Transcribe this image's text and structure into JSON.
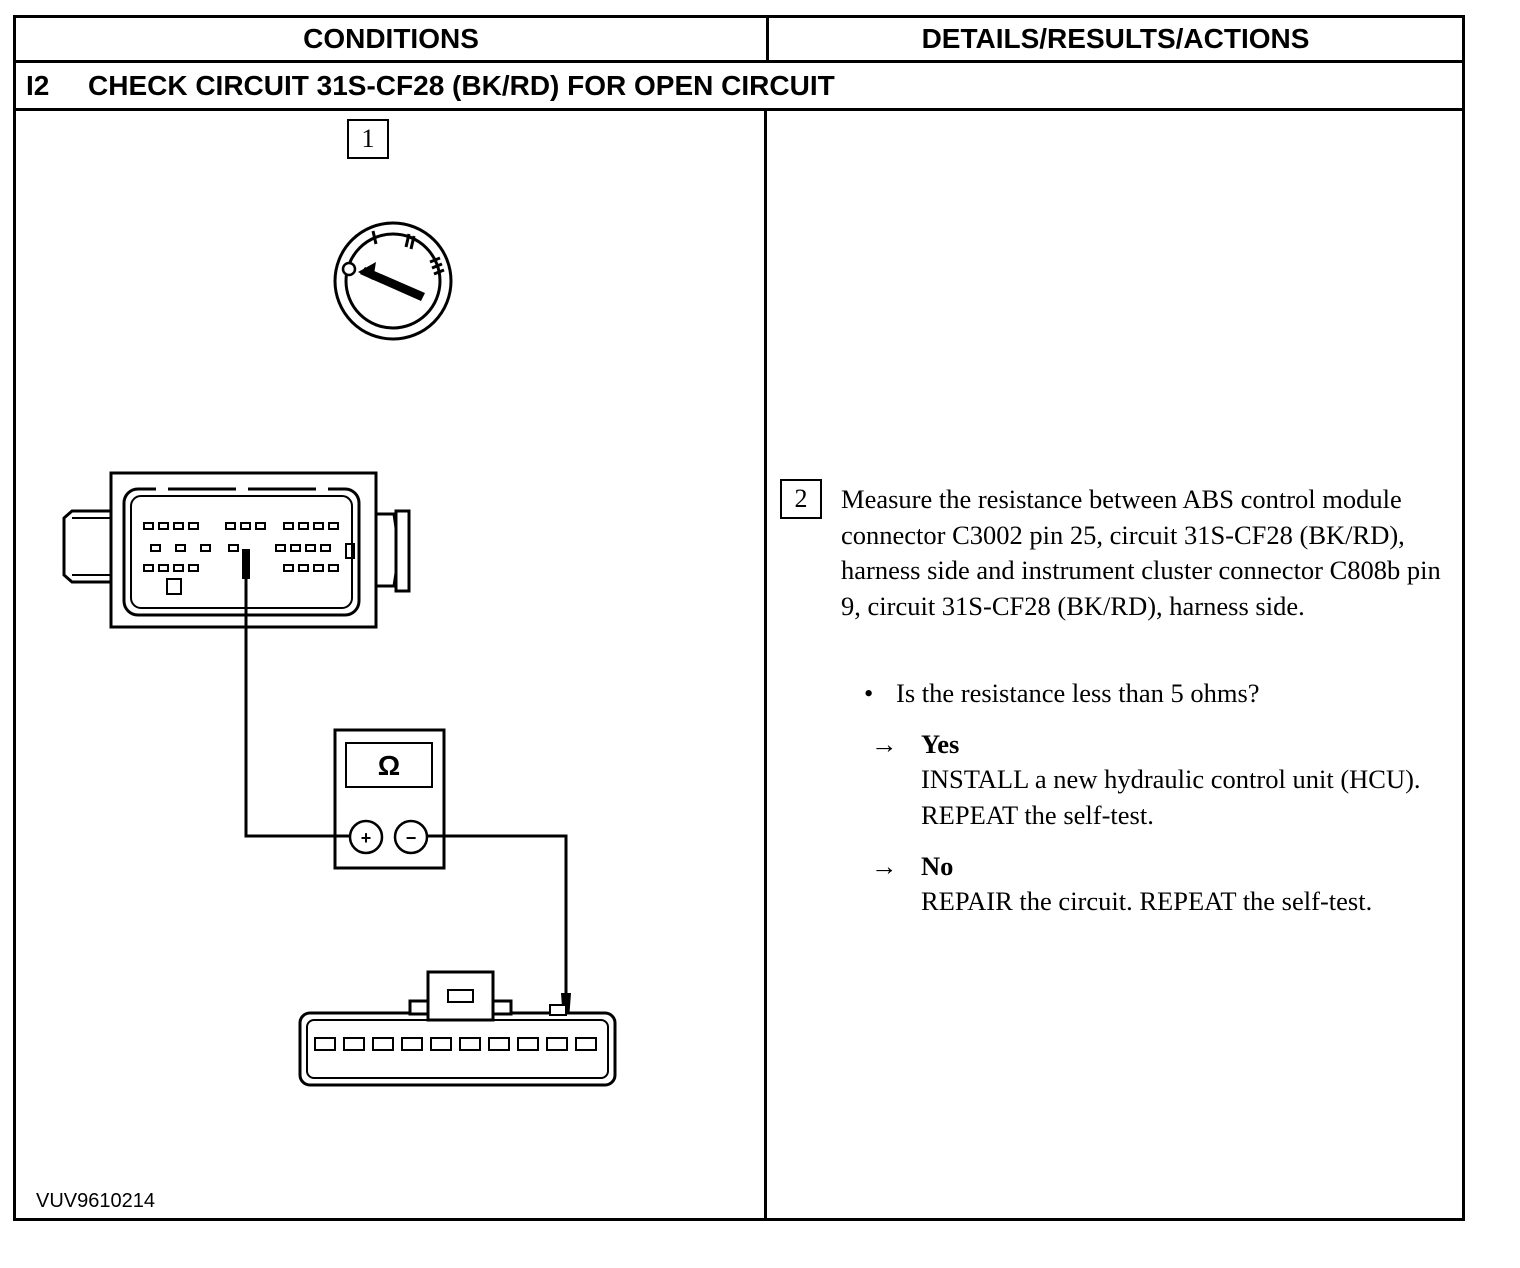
{
  "header": {
    "conditions": "CONDITIONS",
    "details": "DETAILS/RESULTS/ACTIONS"
  },
  "test_step": {
    "id": "I2",
    "title": "CHECK CIRCUIT 31S-CF28 (BK/RD) FOR OPEN CIRCUIT"
  },
  "diagram": {
    "step_number": "1",
    "ignition_positions": [
      "O",
      "I",
      "II",
      "III"
    ],
    "meter_symbol": "Ω",
    "meter_plus": "+",
    "meter_minus": "−",
    "figure_code": "VUV9610214"
  },
  "details": {
    "step_number": "2",
    "instruction": "Measure the resistance between ABS control module connector C3002 pin 25, circuit 31S-CF28 (BK/RD), harness side and instrument cluster connector C808b pin 9, circuit 31S-CF28 (BK/RD), harness side.",
    "bullet": "•",
    "question": "Is the resistance less than 5 ohms?",
    "arrow": "→",
    "yes_label": "Yes",
    "yes_action": "INSTALL a new hydraulic control unit (HCU). REPEAT the self-test.",
    "no_label": "No",
    "no_action": "REPAIR the circuit. REPEAT the self-test."
  }
}
